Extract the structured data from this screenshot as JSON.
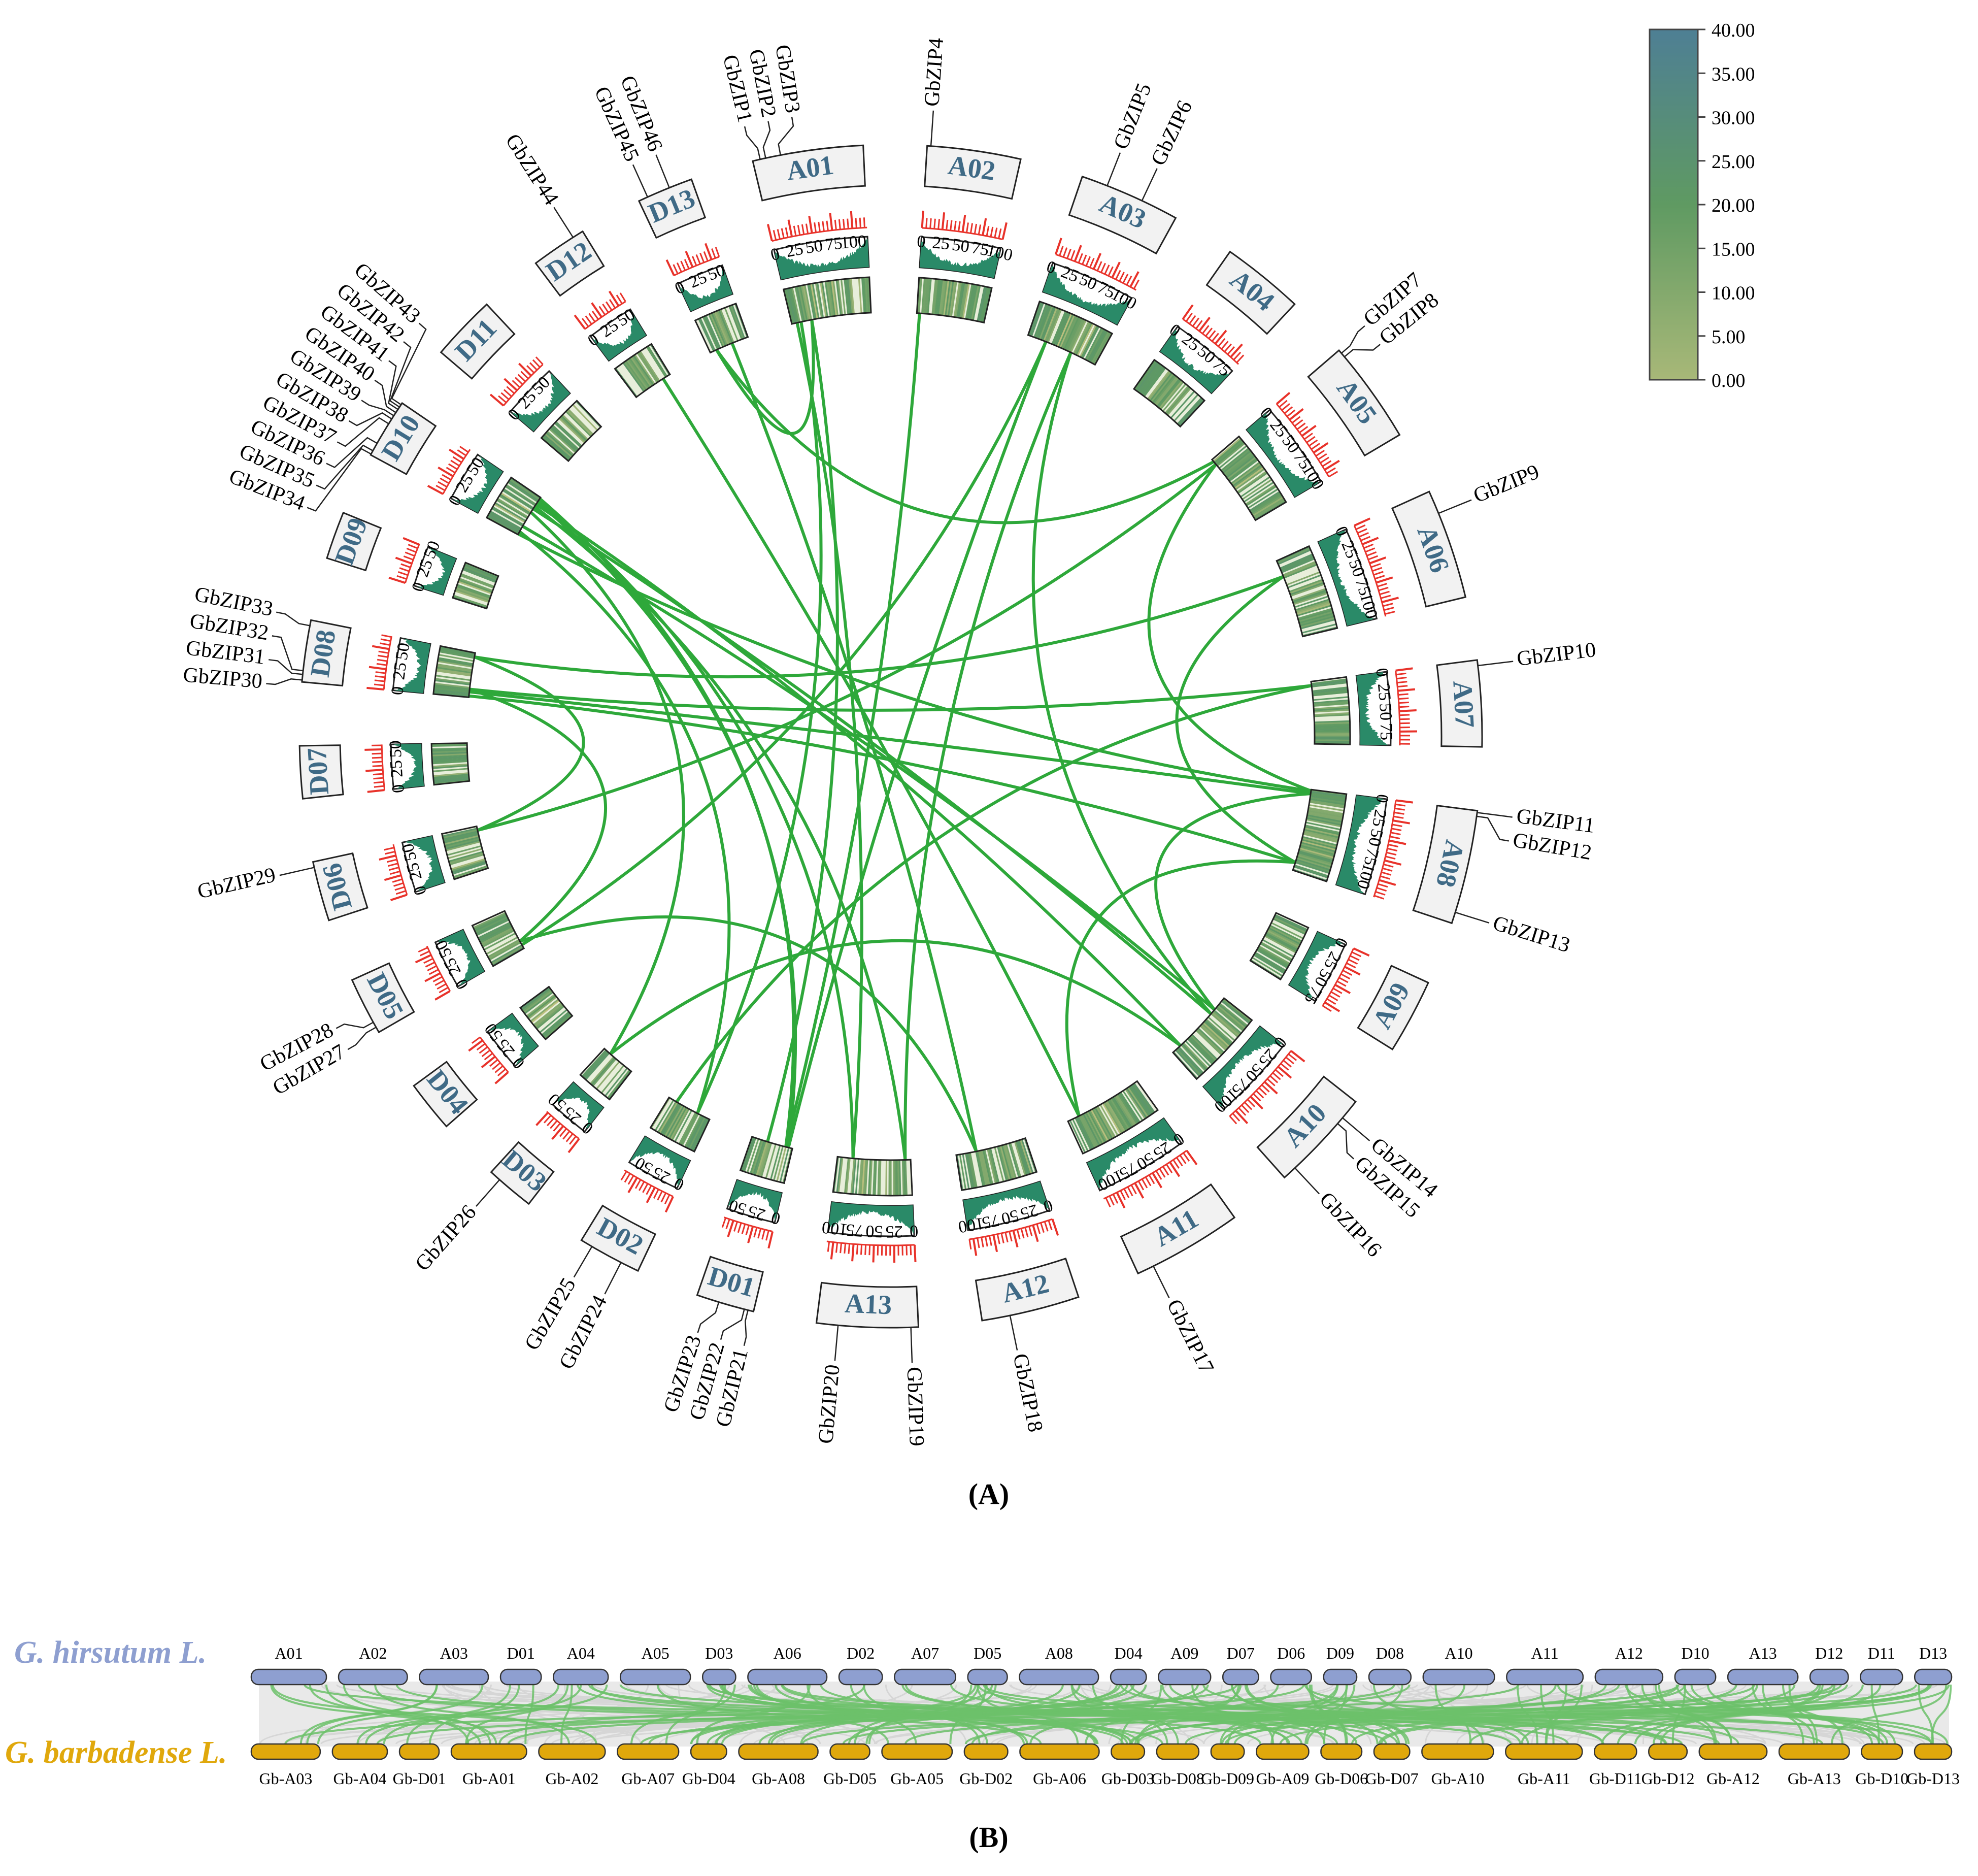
{
  "panel_a": {
    "label": "(A)",
    "colorbar": {
      "ticks": [
        "40.00",
        "35.00",
        "30.00",
        "25.00",
        "20.00",
        "15.00",
        "10.00",
        "5.00",
        "0.00"
      ],
      "color_low": "#a8b878",
      "color_mid": "#5f9a62",
      "color_high": "#4e7f94"
    },
    "chromosomes": [
      {
        "name": "A01",
        "length": 118,
        "ticks": [
          "0",
          "25",
          "50",
          "75",
          "100"
        ]
      },
      {
        "name": "A02",
        "length": 100,
        "ticks": [
          "0",
          "25",
          "50",
          "75",
          "100"
        ]
      },
      {
        "name": "A03",
        "length": 108,
        "ticks": [
          "0",
          "25",
          "50",
          "75",
          "100"
        ]
      },
      {
        "name": "A04",
        "length": 88,
        "ticks": [
          "0",
          "25",
          "50",
          "75"
        ]
      },
      {
        "name": "A05",
        "length": 110,
        "ticks": [
          "0",
          "25",
          "50",
          "75",
          "100"
        ]
      },
      {
        "name": "A06",
        "length": 118,
        "ticks": [
          "0",
          "25",
          "50",
          "75",
          "100"
        ]
      },
      {
        "name": "A07",
        "length": 92,
        "ticks": [
          "0",
          "25",
          "50",
          "75"
        ]
      },
      {
        "name": "A08",
        "length": 122,
        "ticks": [
          "0",
          "25",
          "50",
          "75",
          "100"
        ]
      },
      {
        "name": "A09",
        "length": 80,
        "ticks": [
          "0",
          "25",
          "50",
          "75"
        ]
      },
      {
        "name": "A10",
        "length": 110,
        "ticks": [
          "0",
          "25",
          "50",
          "75",
          "100"
        ]
      },
      {
        "name": "A11",
        "length": 118,
        "ticks": [
          "0",
          "25",
          "50",
          "75",
          "100"
        ]
      },
      {
        "name": "A12",
        "length": 105,
        "ticks": [
          "0",
          "25",
          "50",
          "75",
          "100"
        ]
      },
      {
        "name": "A13",
        "length": 108,
        "ticks": [
          "0",
          "25",
          "50",
          "75",
          "100"
        ]
      },
      {
        "name": "D01",
        "length": 62,
        "ticks": [
          "0",
          "25",
          "50"
        ]
      },
      {
        "name": "D02",
        "length": 68,
        "ticks": [
          "0",
          "25",
          "50"
        ]
      },
      {
        "name": "D03",
        "length": 52,
        "ticks": [
          "0",
          "25",
          "50"
        ]
      },
      {
        "name": "D04",
        "length": 55,
        "ticks": [
          "0",
          "25",
          "50"
        ]
      },
      {
        "name": "D05",
        "length": 62,
        "ticks": [
          "0",
          "25",
          "50"
        ]
      },
      {
        "name": "D06",
        "length": 64,
        "ticks": [
          "0",
          "25",
          "50"
        ]
      },
      {
        "name": "D07",
        "length": 56,
        "ticks": [
          "0",
          "25",
          "50"
        ]
      },
      {
        "name": "D08",
        "length": 66,
        "ticks": [
          "0",
          "25",
          "50"
        ]
      },
      {
        "name": "D09",
        "length": 51,
        "ticks": [
          "0",
          "25",
          "50"
        ]
      },
      {
        "name": "D10",
        "length": 64,
        "ticks": [
          "0",
          "25",
          "50"
        ]
      },
      {
        "name": "D11",
        "length": 70,
        "ticks": [
          "0",
          "25",
          "50"
        ]
      },
      {
        "name": "D12",
        "length": 60,
        "ticks": [
          "0",
          "25",
          "50"
        ]
      },
      {
        "name": "D13",
        "length": 60,
        "ticks": [
          "0",
          "25",
          "50"
        ]
      }
    ],
    "genes": [
      {
        "name": "GbZIP1",
        "chr": "A01",
        "pos": 8
      },
      {
        "name": "GbZIP2",
        "chr": "A01",
        "pos": 14
      },
      {
        "name": "GbZIP3",
        "chr": "A01",
        "pos": 30
      },
      {
        "name": "GbZIP4",
        "chr": "A02",
        "pos": 4
      },
      {
        "name": "GbZIP5",
        "chr": "A03",
        "pos": 28
      },
      {
        "name": "GbZIP6",
        "chr": "A03",
        "pos": 68
      },
      {
        "name": "GbZIP7",
        "chr": "A05",
        "pos": 4
      },
      {
        "name": "GbZIP8",
        "chr": "A05",
        "pos": 9
      },
      {
        "name": "GbZIP9",
        "chr": "A06",
        "pos": 25
      },
      {
        "name": "GbZIP10",
        "chr": "A07",
        "pos": 6
      },
      {
        "name": "GbZIP11",
        "chr": "A08",
        "pos": 2
      },
      {
        "name": "GbZIP12",
        "chr": "A08",
        "pos": 6
      },
      {
        "name": "GbZIP13",
        "chr": "A08",
        "pos": 110
      },
      {
        "name": "GbZIP14",
        "chr": "A10",
        "pos": 22
      },
      {
        "name": "GbZIP15",
        "chr": "A10",
        "pos": 30
      },
      {
        "name": "GbZIP16",
        "chr": "A10",
        "pos": 95
      },
      {
        "name": "GbZIP17",
        "chr": "A11",
        "pos": 100
      },
      {
        "name": "GbZIP18",
        "chr": "A12",
        "pos": 75
      },
      {
        "name": "GbZIP19",
        "chr": "A13",
        "pos": 8
      },
      {
        "name": "GbZIP20",
        "chr": "A13",
        "pos": 85
      },
      {
        "name": "GbZIP21",
        "chr": "D01",
        "pos": 6
      },
      {
        "name": "GbZIP22",
        "chr": "D01",
        "pos": 10
      },
      {
        "name": "GbZIP23",
        "chr": "D01",
        "pos": 38
      },
      {
        "name": "GbZIP24",
        "chr": "D02",
        "pos": 20
      },
      {
        "name": "GbZIP25",
        "chr": "D02",
        "pos": 55
      },
      {
        "name": "GbZIP26",
        "chr": "D03",
        "pos": 40
      },
      {
        "name": "GbZIP27",
        "chr": "D05",
        "pos": 6
      },
      {
        "name": "GbZIP28",
        "chr": "D05",
        "pos": 12
      },
      {
        "name": "GbZIP29",
        "chr": "D06",
        "pos": 58
      },
      {
        "name": "GbZIP30",
        "chr": "D08",
        "pos": 2
      },
      {
        "name": "GbZIP31",
        "chr": "D08",
        "pos": 8
      },
      {
        "name": "GbZIP32",
        "chr": "D08",
        "pos": 12
      },
      {
        "name": "GbZIP33",
        "chr": "D08",
        "pos": 60
      },
      {
        "name": "GbZIP34",
        "chr": "D10",
        "pos": 1
      },
      {
        "name": "GbZIP35",
        "chr": "D10",
        "pos": 5
      },
      {
        "name": "GbZIP36",
        "chr": "D10",
        "pos": 14
      },
      {
        "name": "GbZIP37",
        "chr": "D10",
        "pos": 38
      },
      {
        "name": "GbZIP38",
        "chr": "D10",
        "pos": 44
      },
      {
        "name": "GbZIP39",
        "chr": "D10",
        "pos": 48
      },
      {
        "name": "GbZIP40",
        "chr": "D10",
        "pos": 52
      },
      {
        "name": "GbZIP41",
        "chr": "D10",
        "pos": 56
      },
      {
        "name": "GbZIP42",
        "chr": "D10",
        "pos": 59
      },
      {
        "name": "GbZIP43",
        "chr": "D10",
        "pos": 62
      },
      {
        "name": "GbZIP44",
        "chr": "D12",
        "pos": 48
      },
      {
        "name": "GbZIP45",
        "chr": "D13",
        "pos": 10
      },
      {
        "name": "GbZIP46",
        "chr": "D13",
        "pos": 35
      }
    ],
    "links": [
      [
        "GbZIP3",
        "GbZIP23"
      ],
      [
        "GbZIP2",
        "GbZIP24"
      ],
      [
        "GbZIP4",
        "GbZIP22"
      ],
      [
        "GbZIP5",
        "GbZIP21"
      ],
      [
        "GbZIP6",
        "GbZIP19"
      ],
      [
        "GbZIP5",
        "GbZIP27"
      ],
      [
        "GbZIP7",
        "GbZIP45"
      ],
      [
        "GbZIP8",
        "GbZIP29"
      ],
      [
        "GbZIP9",
        "GbZIP33"
      ],
      [
        "GbZIP9",
        "GbZIP13"
      ],
      [
        "GbZIP10",
        "GbZIP32"
      ],
      [
        "GbZIP10",
        "GbZIP25"
      ],
      [
        "GbZIP11",
        "GbZIP34"
      ],
      [
        "GbZIP12",
        "GbZIP31"
      ],
      [
        "GbZIP12",
        "GbZIP14"
      ],
      [
        "GbZIP13",
        "GbZIP30"
      ],
      [
        "GbZIP13",
        "GbZIP17"
      ],
      [
        "GbZIP14",
        "GbZIP36"
      ],
      [
        "GbZIP15",
        "GbZIP38"
      ],
      [
        "GbZIP16",
        "GbZIP40"
      ],
      [
        "GbZIP16",
        "GbZIP26"
      ],
      [
        "GbZIP17",
        "GbZIP44"
      ],
      [
        "GbZIP18",
        "GbZIP46"
      ],
      [
        "GbZIP18",
        "GbZIP28"
      ],
      [
        "GbZIP20",
        "GbZIP42"
      ],
      [
        "GbZIP19",
        "GbZIP39"
      ],
      [
        "GbZIP21",
        "GbZIP41"
      ],
      [
        "GbZIP22",
        "GbZIP43"
      ],
      [
        "GbZIP24",
        "GbZIP35"
      ],
      [
        "GbZIP26",
        "GbZIP37"
      ],
      [
        "GbZIP29",
        "GbZIP33"
      ],
      [
        "GbZIP28",
        "GbZIP32"
      ],
      [
        "GbZIP3",
        "GbZIP45"
      ],
      [
        "GbZIP1",
        "GbZIP20"
      ],
      [
        "GbZIP6",
        "GbZIP15"
      ],
      [
        "GbZIP8",
        "GbZIP11"
      ]
    ],
    "link_color": "#2ea83a"
  },
  "panel_b": {
    "label": "(B)",
    "top_species": "G. hirsutum L.",
    "bottom_species": "G. barbadense L.",
    "top_color": "#8e9fd0",
    "bottom_color": "#e0a80c",
    "link_color": "#6cc16a",
    "top_chromosomes": [
      {
        "name": "A01",
        "length": 118
      },
      {
        "name": "A02",
        "length": 108
      },
      {
        "name": "A03",
        "length": 108
      },
      {
        "name": "D01",
        "length": 64
      },
      {
        "name": "A04",
        "length": 86
      },
      {
        "name": "A05",
        "length": 110
      },
      {
        "name": "D03",
        "length": 52
      },
      {
        "name": "A06",
        "length": 124
      },
      {
        "name": "D02",
        "length": 68
      },
      {
        "name": "A07",
        "length": 96
      },
      {
        "name": "D05",
        "length": 62
      },
      {
        "name": "A08",
        "length": 124
      },
      {
        "name": "D04",
        "length": 56
      },
      {
        "name": "A09",
        "length": 82
      },
      {
        "name": "D07",
        "length": 56
      },
      {
        "name": "D06",
        "length": 64
      },
      {
        "name": "D09",
        "length": 52
      },
      {
        "name": "D08",
        "length": 66
      },
      {
        "name": "A10",
        "length": 112
      },
      {
        "name": "A11",
        "length": 120
      },
      {
        "name": "A12",
        "length": 106
      },
      {
        "name": "D10",
        "length": 64
      },
      {
        "name": "A13",
        "length": 110
      },
      {
        "name": "D12",
        "length": 60
      },
      {
        "name": "D11",
        "length": 66
      },
      {
        "name": "D13",
        "length": 58
      }
    ],
    "bottom_chromosomes": [
      {
        "name": "Gb-A03",
        "length": 108
      },
      {
        "name": "Gb-A04",
        "length": 86
      },
      {
        "name": "Gb-D01",
        "length": 62
      },
      {
        "name": "Gb-A01",
        "length": 118
      },
      {
        "name": "Gb-A02",
        "length": 104
      },
      {
        "name": "Gb-A07",
        "length": 96
      },
      {
        "name": "Gb-D04",
        "length": 56
      },
      {
        "name": "Gb-A08",
        "length": 124
      },
      {
        "name": "Gb-D05",
        "length": 62
      },
      {
        "name": "Gb-A05",
        "length": 110
      },
      {
        "name": "Gb-D02",
        "length": 68
      },
      {
        "name": "Gb-A06",
        "length": 124
      },
      {
        "name": "Gb-D03",
        "length": 52
      },
      {
        "name": "Gb-D08",
        "length": 66
      },
      {
        "name": "Gb-D09",
        "length": 52
      },
      {
        "name": "Gb-A09",
        "length": 82
      },
      {
        "name": "Gb-D06",
        "length": 64
      },
      {
        "name": "Gb-D07",
        "length": 56
      },
      {
        "name": "Gb-A10",
        "length": 112
      },
      {
        "name": "Gb-A11",
        "length": 120
      },
      {
        "name": "Gb-D11",
        "length": 66
      },
      {
        "name": "Gb-D12",
        "length": 60
      },
      {
        "name": "Gb-A12",
        "length": 106
      },
      {
        "name": "Gb-A13",
        "length": 110
      },
      {
        "name": "Gb-D10",
        "length": 64
      },
      {
        "name": "Gb-D13",
        "length": 58
      }
    ]
  }
}
